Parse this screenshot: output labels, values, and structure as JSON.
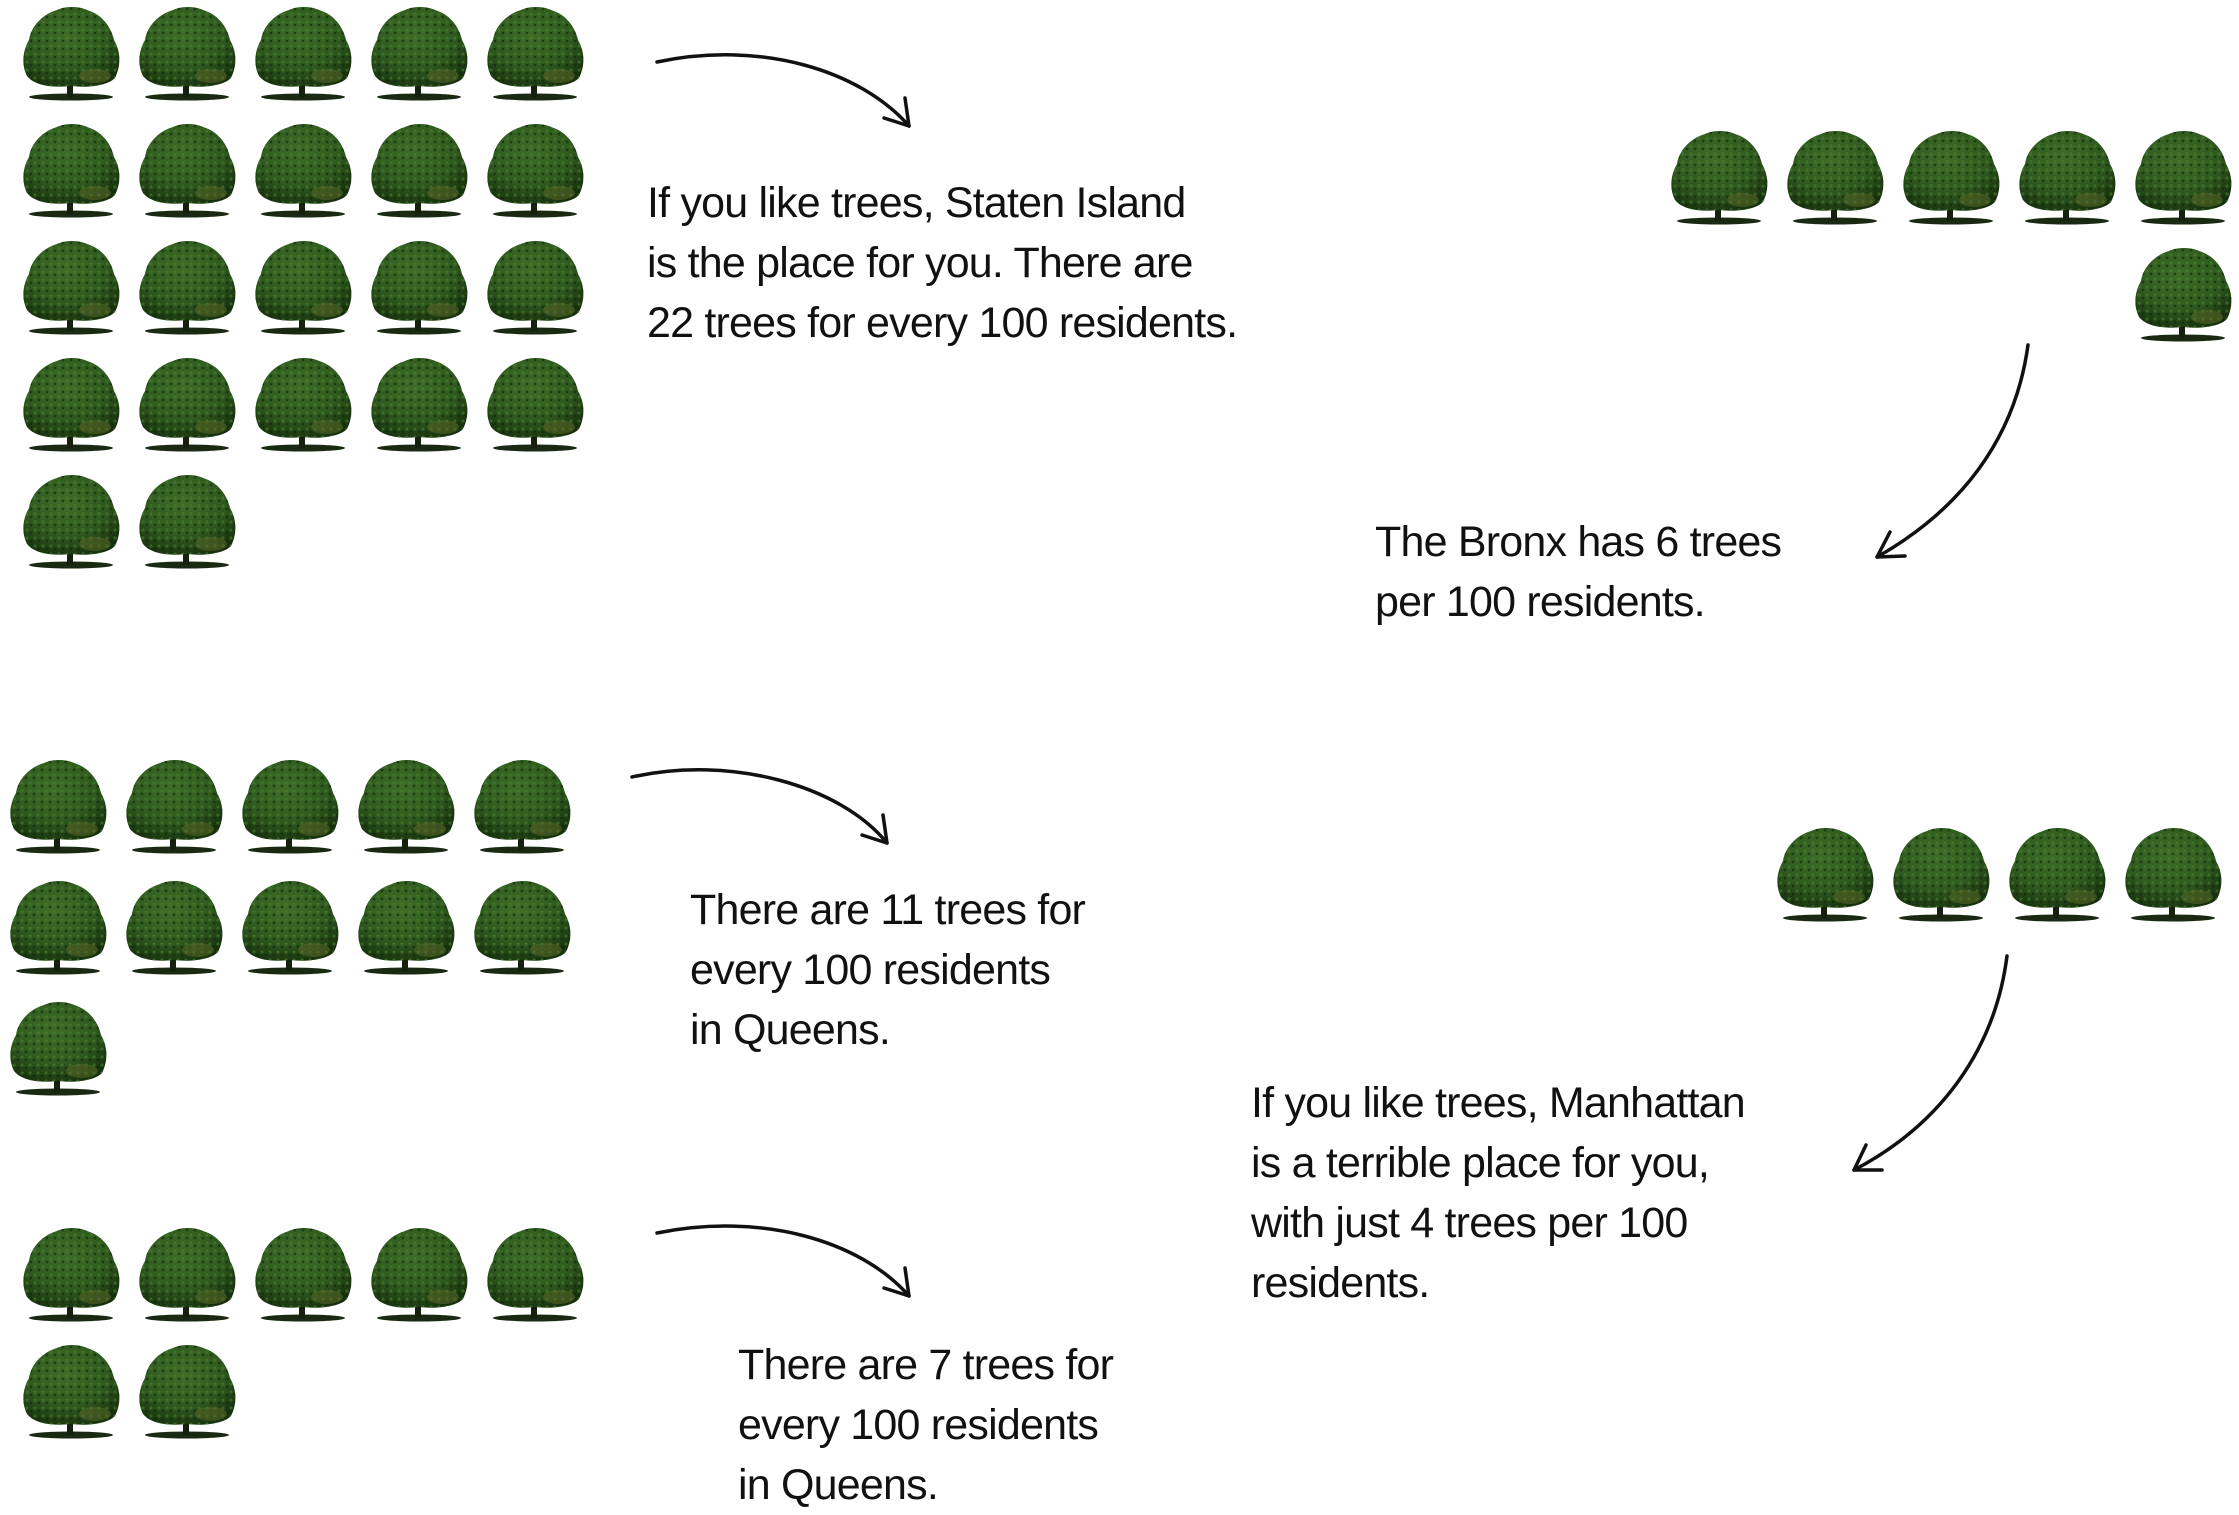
{
  "chart_data": {
    "type": "pictograph",
    "unit": "trees per 100 residents",
    "colors": {
      "canopy": "#2f5a1f",
      "canopy_dark": "#16300d",
      "trunk": "#15200e",
      "text": "#111111"
    },
    "groups": [
      {
        "value": 22,
        "caption_lines": [
          "If you like trees, Staten Island",
          "is the place for you. There are",
          "22 trees for every 100 residents."
        ]
      },
      {
        "value": 6,
        "caption_lines": [
          "The Bronx has 6 trees",
          "per 100 residents."
        ]
      },
      {
        "value": 11,
        "caption_lines": [
          "There are 11 trees for",
          "every 100 residents",
          "in Queens."
        ]
      },
      {
        "value": 7,
        "caption_lines": [
          "There are 7 trees for",
          "every 100 residents",
          "in Queens."
        ]
      },
      {
        "value": 4,
        "caption_lines": [
          "If you like trees, Manhattan",
          "is a terrible place for you,",
          "with just 4 trees per 100",
          "residents."
        ]
      }
    ]
  }
}
